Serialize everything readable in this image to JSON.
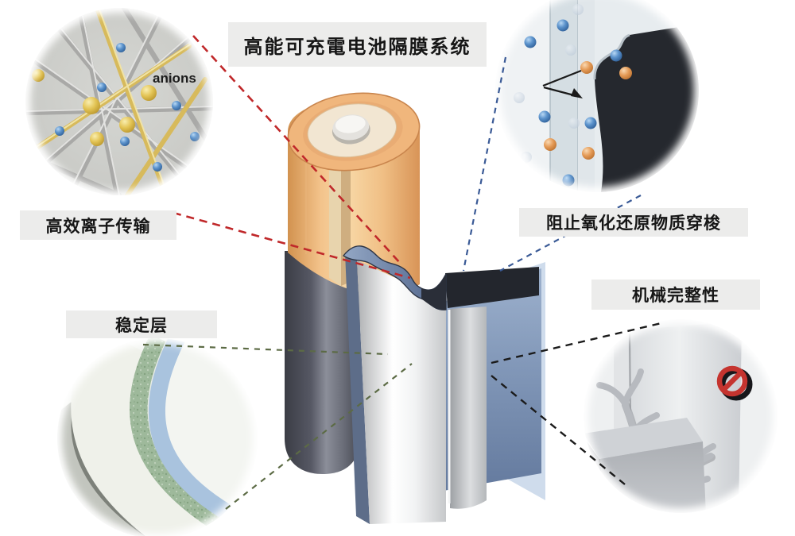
{
  "page": {
    "background": "#ffffff"
  },
  "title": {
    "text": "高能可充電电池隔膜系统"
  },
  "callouts": {
    "ion_transport": {
      "label": "高效离子传输"
    },
    "stable_layer": {
      "label": "稳定层"
    },
    "redox_shuttle": {
      "label": "阻止氧化还原物质穿梭"
    },
    "mechanical_integrity": {
      "label": "机械完整性"
    }
  },
  "insets": {
    "fiber_network": {
      "annotation": "anions"
    }
  },
  "connectors": {
    "ion_transport": "#c0282a",
    "redox_shuttle": "#3a5a96",
    "stable_layer": "#5c6b45",
    "mechanical_integrity": "#1b1b1b"
  },
  "icons": {
    "prohibition_color": "#c5342f"
  },
  "battery": {
    "casing_color": "#f2c489",
    "jellyroll_color": "#565963",
    "separator_color": "#eceDEe",
    "cathode_sheet_color": "#7e93b4",
    "label_box_color": "#ececeb"
  }
}
